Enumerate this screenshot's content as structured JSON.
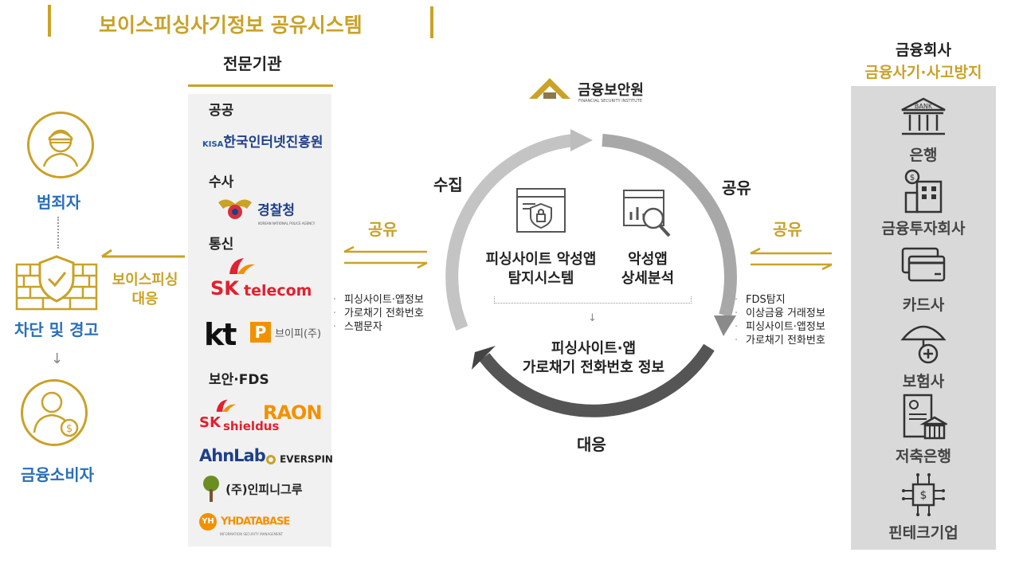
{
  "title": "보이스피싱사기정보 공유시스템",
  "left": {
    "criminal": "범죄자",
    "block": "차단 및 경고",
    "consumer": "금융소비자",
    "response_line1": "보이스피싱",
    "response_line2": "대응"
  },
  "experts": {
    "heading": "전문기관",
    "categories": {
      "public": "공공",
      "investigation": "수사",
      "telecom": "통신",
      "security": "보안·FDS"
    },
    "orgs": {
      "kisa_mark": "KISA",
      "kisa": "한국인터넷진흥원",
      "police": "경찰청",
      "police_sub": "KOREAN NATIONAL POLICE AGENCY",
      "sk": "SK",
      "telecom": "telecom",
      "kt": "kt",
      "bp_mark": "P",
      "bp": "브이피(주)",
      "shieldus_sk": "SK",
      "shieldus": "shieldus",
      "raon": "RAON",
      "ahnlab": "AhnLab",
      "everspin": "EVERSPIN",
      "infinigru": "(주)인피니그루",
      "yh_mark": "YH",
      "yh": "YHDATABASE",
      "yh_sub": "INFORMATION SECURITY MANAGEMENT"
    }
  },
  "share_left": "공유",
  "info_left": [
    "피싱사이트·앱정보",
    "가로채기 전화번호",
    "스팸문자"
  ],
  "center": {
    "fsi": "금융보안원",
    "fsi_sub": "FINANCIAL SECURITY INSTITUTE",
    "collect": "수집",
    "share": "공유",
    "respond": "대응",
    "detect_line1": "피싱사이트 악성앱",
    "detect_line2": "탐지시스템",
    "analyze_line1": "악성앱",
    "analyze_line2": "상세분석",
    "result_line1": "피싱사이트·앱",
    "result_line2": "가로채기 전화번호 정보"
  },
  "share_right": "공유",
  "info_right": [
    "FDS탐지",
    "이상금융 거래정보",
    "피싱사이트·앱정보",
    "가로채기 전화번호"
  ],
  "finance": {
    "heading": "금융회사",
    "subheading": "금융사기·사고방지",
    "bank_icon_text": "BANK",
    "items": [
      "은행",
      "금융투자회사",
      "카드사",
      "보험사",
      "저축은행",
      "핀테크기업"
    ]
  },
  "colors": {
    "gold": "#c9a227",
    "blue": "#2a6fb8",
    "panel_grey": "#d9d9d9"
  }
}
